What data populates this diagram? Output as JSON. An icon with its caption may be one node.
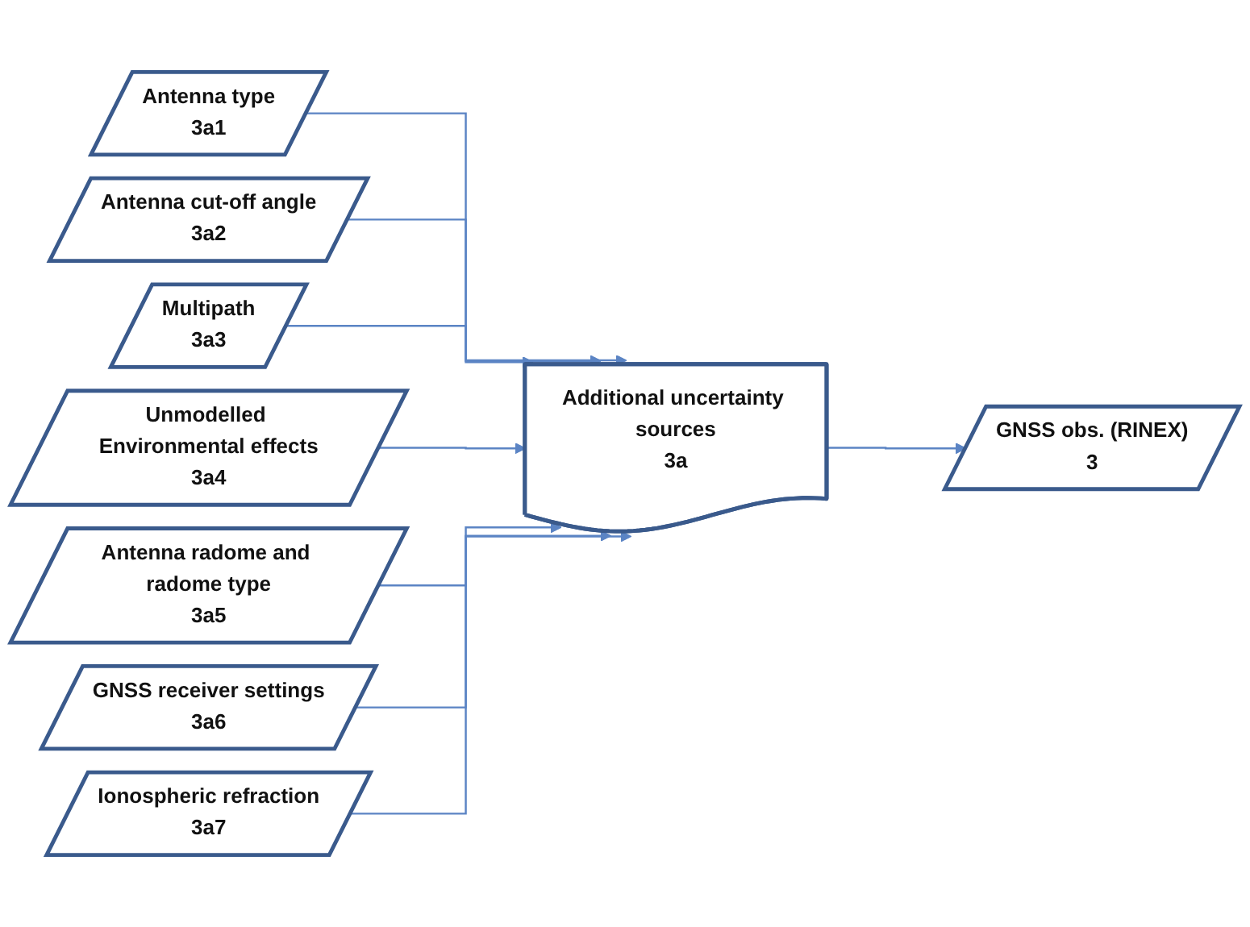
{
  "diagram": {
    "nodes": [
      {
        "text": [
          "Antenna type",
          "3a1"
        ]
      },
      {
        "text": [
          "Antenna cut-off angle",
          "3a2"
        ]
      },
      {
        "text": [
          "Multipath",
          "3a3"
        ]
      },
      {
        "text": [
          "Unmodelled Environmental effects",
          "3a4"
        ]
      },
      {
        "text": [
          "Antenna radome and radome type",
          "3a5"
        ]
      },
      {
        "text": [
          "GNSS receiver settings",
          "3a6"
        ]
      },
      {
        "text": [
          "Ionospheric refraction",
          "3a7"
        ]
      },
      {
        "text": [
          "Additional uncertainty sources",
          "3a"
        ]
      },
      {
        "text": [
          "GNSS obs. (RINEX)",
          "3"
        ]
      }
    ],
    "edges": [
      {
        "from": 0,
        "to": 7,
        "arrow": "to"
      },
      {
        "from": 1,
        "to": 7,
        "arrow": "to"
      },
      {
        "from": 2,
        "to": 7,
        "arrow": "to"
      },
      {
        "from": 3,
        "to": 7,
        "arrow": "to"
      },
      {
        "from": 4,
        "to": 7,
        "arrow": "to"
      },
      {
        "from": 5,
        "to": 7,
        "arrow": "to"
      },
      {
        "from": 6,
        "to": 7,
        "arrow": "to"
      },
      {
        "from": 7,
        "to": 8,
        "arrow": "to"
      }
    ]
  }
}
